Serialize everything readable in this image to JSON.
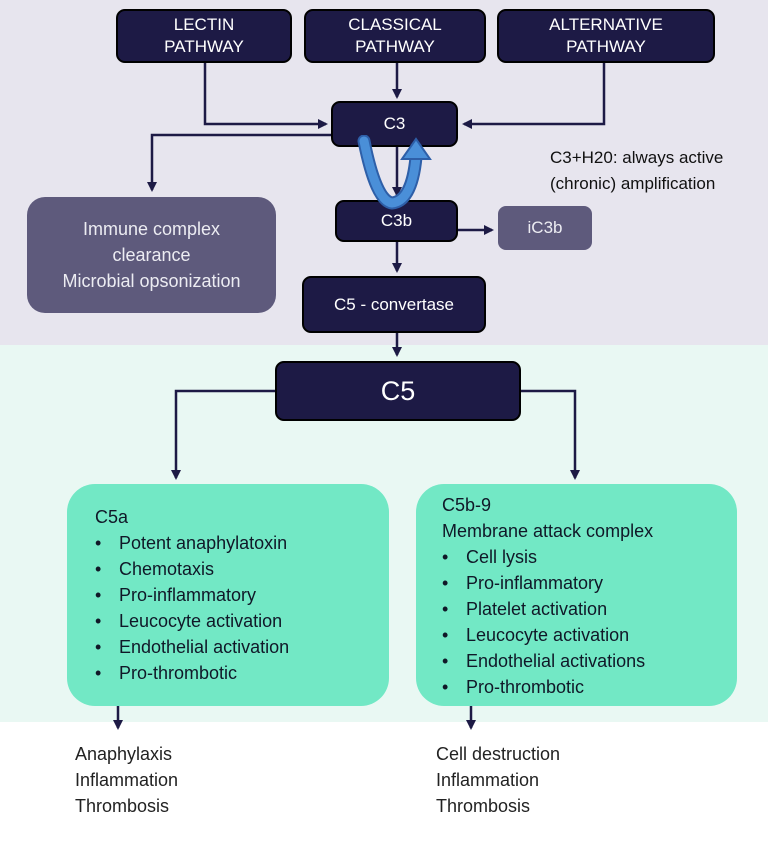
{
  "pathways": {
    "lectin": [
      "LECTIN",
      "PATHWAY"
    ],
    "classical": [
      "CLASSICAL",
      "PATHWAY"
    ],
    "alternative": [
      "ALTERNATIVE",
      "PATHWAY"
    ]
  },
  "nodes": {
    "c3": "C3",
    "c3b": "C3b",
    "ic3b": "iC3b",
    "c5_convertase": "C5 - convertase",
    "c5": "C5"
  },
  "note_amplification": [
    "C3+H20: always active",
    "(chronic) amplification"
  ],
  "immune_box": [
    "Immune complex",
    "clearance",
    "Microbial opsonization"
  ],
  "c5a_box": {
    "title": "C5a",
    "items": [
      "Potent anaphylatoxin",
      "Chemotaxis",
      "Pro-inflammatory",
      "Leucocyte activation",
      "Endothelial activation",
      "Pro-thrombotic"
    ]
  },
  "c5b9_box": {
    "title": "C5b-9",
    "subtitle": "Membrane attack complex",
    "items": [
      "Cell lysis",
      "Pro-inflammatory",
      "Platelet activation",
      "Leucocyte activation",
      "Endothelial activations",
      "Pro-thrombotic"
    ]
  },
  "outcomes_left": [
    "Anaphylaxis",
    "Inflammation",
    "Thrombosis"
  ],
  "outcomes_right": [
    "Cell destruction",
    "Inflammation",
    "Thrombosis"
  ],
  "colors": {
    "top_band": "#e7e5ee",
    "middle_band": "#e9f8f3",
    "dark_node": "#1d1a45",
    "grey_box": "#5e5a7c",
    "green_box": "#72e8c5",
    "amplification_arrow": "#4a8fd8",
    "connector": "#1d1a45"
  }
}
